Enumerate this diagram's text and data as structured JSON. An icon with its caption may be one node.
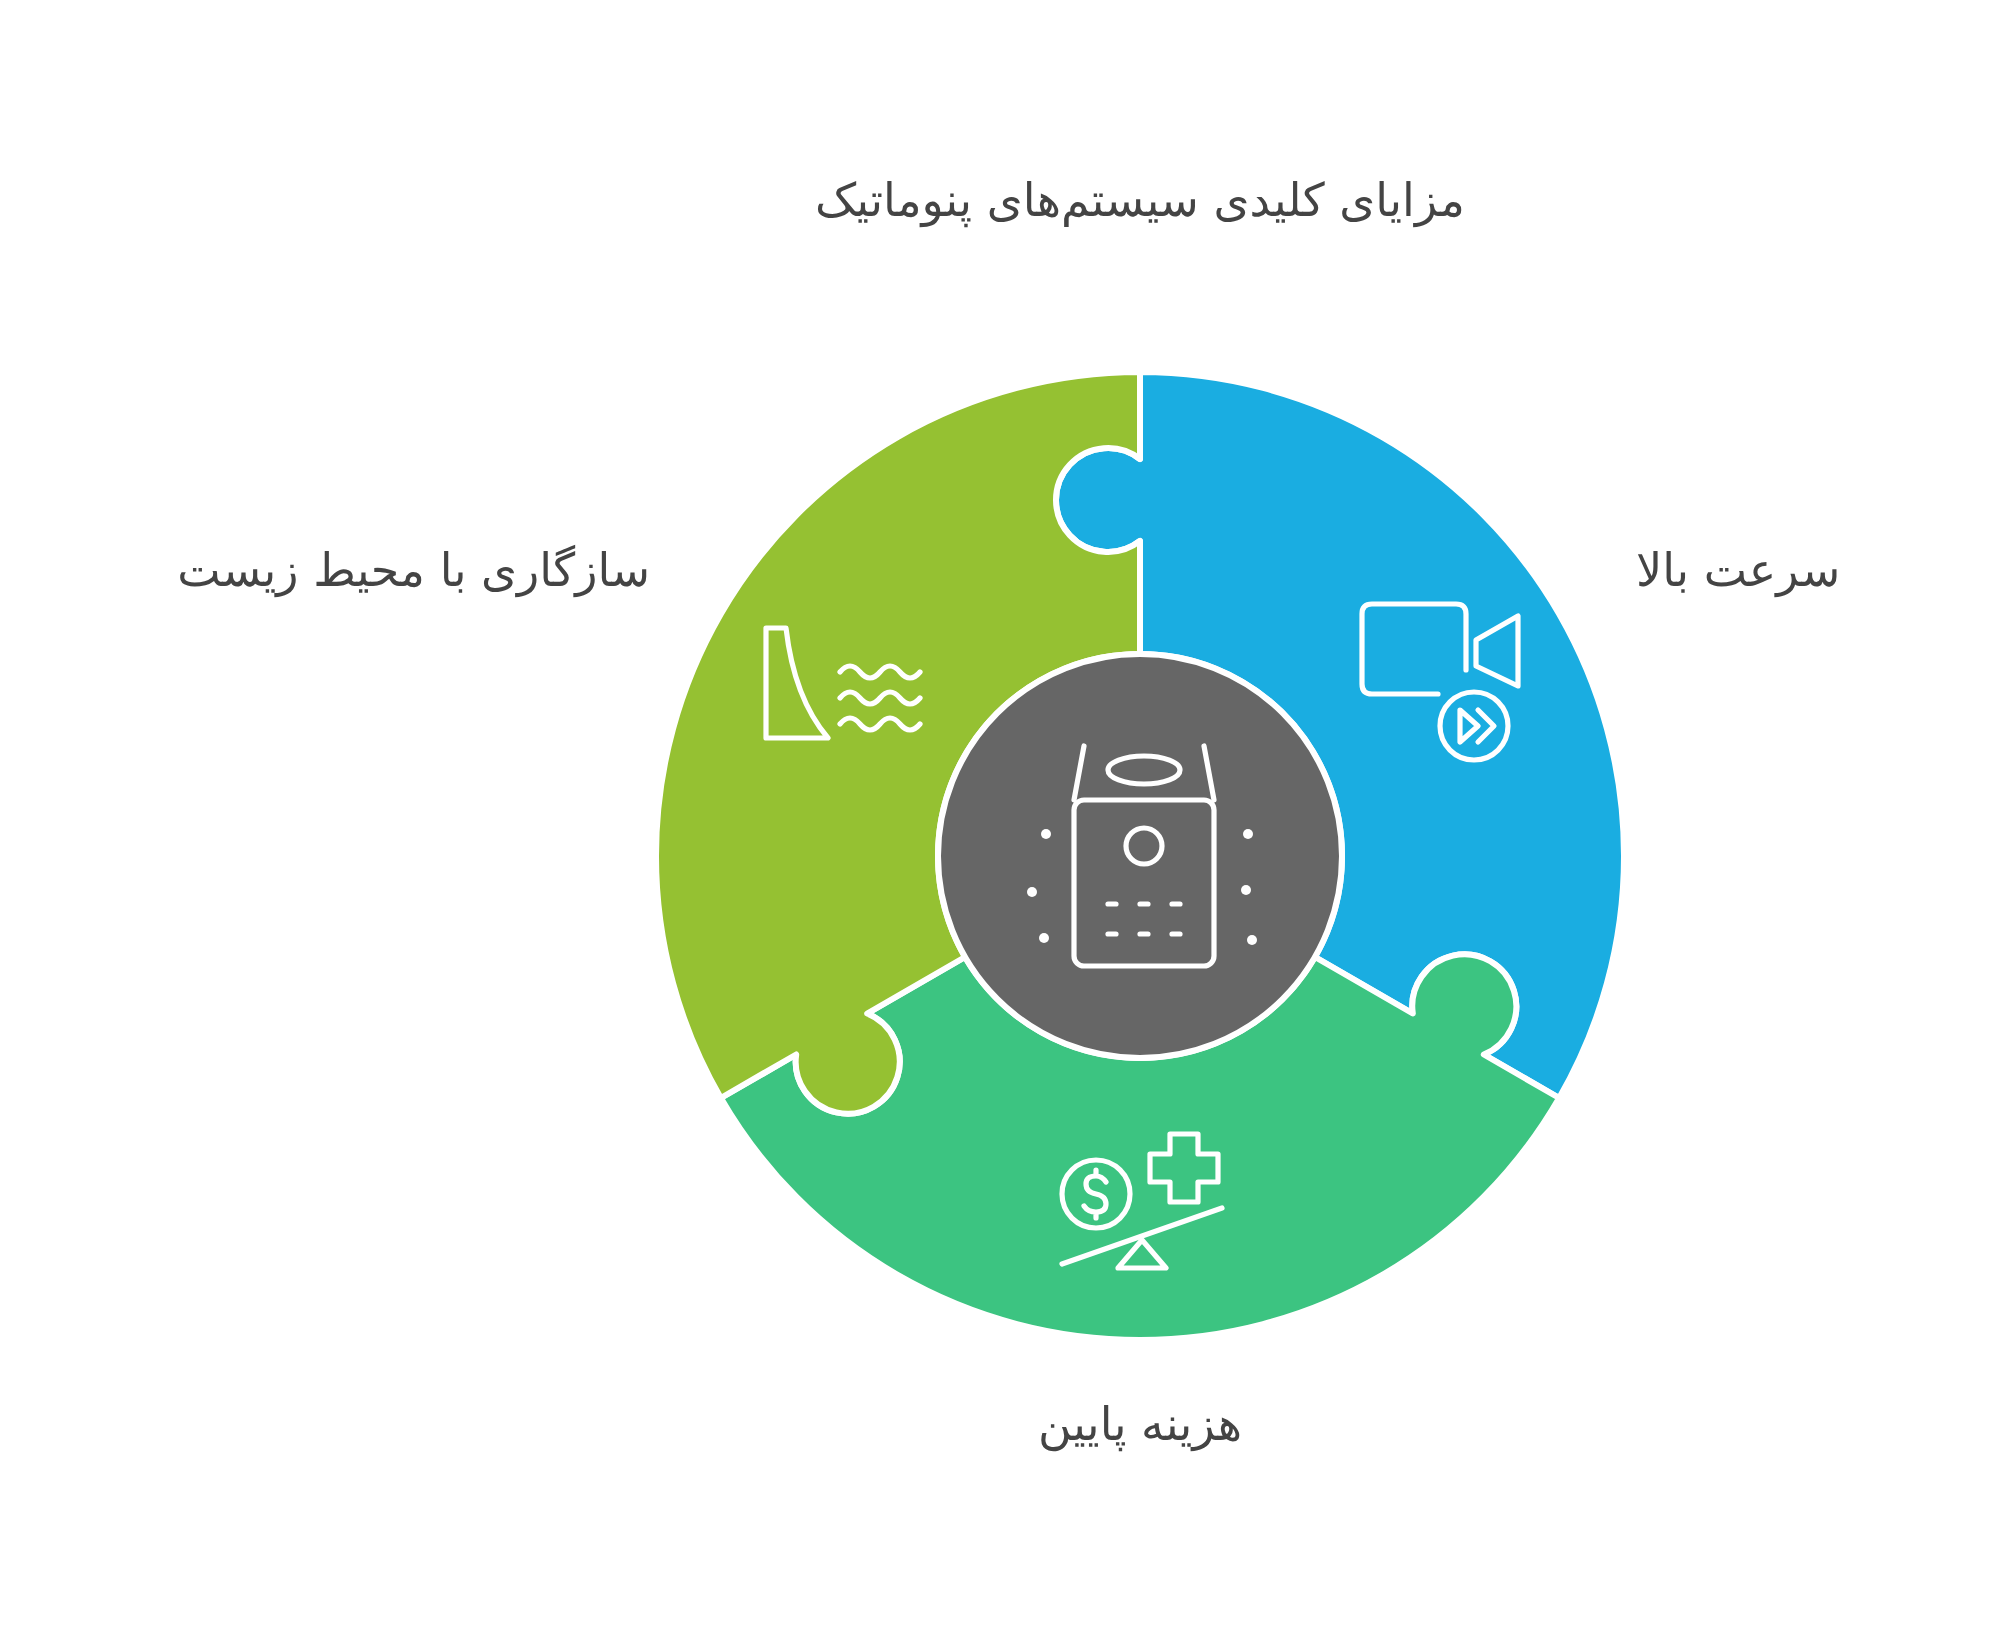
{
  "diagram": {
    "title": "مزایای کلیدی سیستم‌های پنوماتیک",
    "nodes": [
      {
        "text": [
          "سرعت بالا"
        ]
      },
      {
        "text": [
          "هزینه پایین"
        ]
      },
      {
        "text": [
          "سازگاری با محیط زیست"
        ]
      },
      {
        "text": [],
        "shape": "circle"
      }
    ]
  }
}
